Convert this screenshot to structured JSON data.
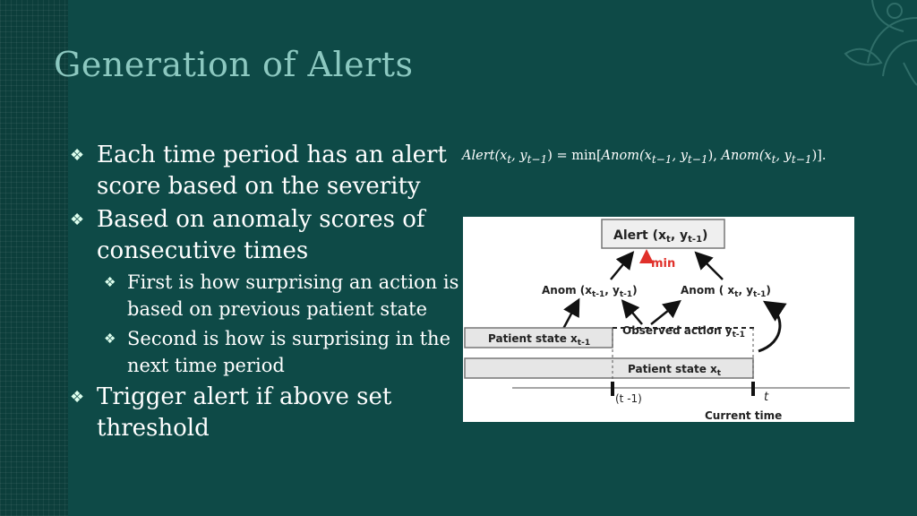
{
  "slide": {
    "title": "Generation of Alerts",
    "bullets": [
      {
        "text": "Each time period has an alert score based on the severity",
        "level": 1
      },
      {
        "text": "Based on anomaly scores of consecutive times",
        "level": 1
      },
      {
        "text": "First is how surprising an action is based on previous patient state",
        "level": 2
      },
      {
        "text": "Second is how is surprising in the next time period",
        "level": 2
      },
      {
        "text": "Trigger alert if above set threshold",
        "level": 1
      }
    ],
    "formula": {
      "lhs_func": "Alert",
      "lhs_args": "(x",
      "t_sub": "t",
      "sep": ", y",
      "t1_sub": "t−1",
      "eq": ") = min[",
      "anom": "Anom",
      "close": ")]."
    }
  },
  "figure": {
    "alert_box": "Alert (x",
    "alert_sub1": "t",
    "alert_mid": ", y",
    "alert_sub2": "t-1",
    "alert_close": ")",
    "min_label": "min",
    "anom_left": "Anom (x",
    "anom_left_s1": "t-1",
    "anom_left_mid": ", y",
    "anom_left_s2": "t-1",
    "anom_right": "Anom ( x",
    "anom_right_s1": "t",
    "anom_right_mid": ", y",
    "anom_right_s2": "t-1",
    "close_paren": ")",
    "patient_state_prev": "Patient state x",
    "patient_state_prev_sub": "t-1",
    "observed_action": "Observed action y",
    "observed_action_sub": "t-1",
    "patient_state_curr": "Patient state x",
    "patient_state_curr_sub": "t",
    "tick_prev": "(t -1)",
    "tick_t": "t",
    "current_time": "Current time",
    "min_color": "#e0302a"
  }
}
